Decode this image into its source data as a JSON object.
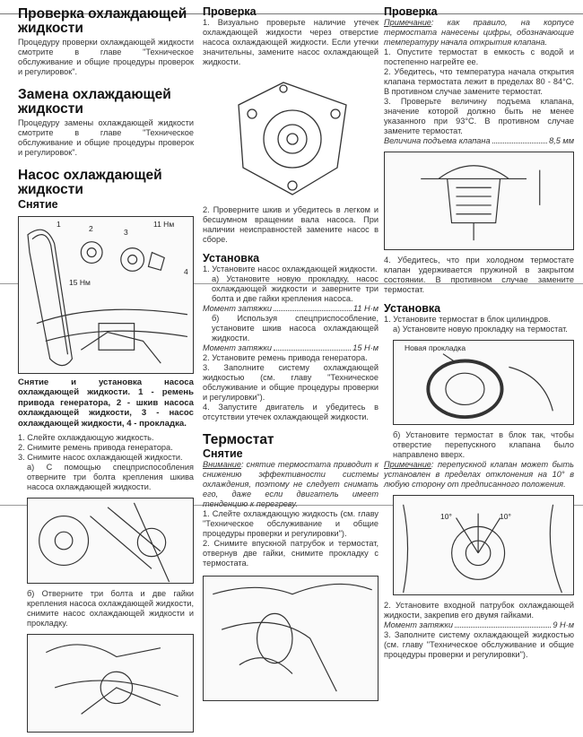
{
  "col1": {
    "h_check": "Проверка охлаждающей жидкости",
    "p_check": "Процедуру проверки охлаждающей жидкости смотрите в главе \"Техническое обслуживание и общие процедуры проверок и регулировок\".",
    "h_replace": "Замена охлаждающей жидкости",
    "p_replace": "Процедуру замены охлаждающей жидкости смотрите в главе \"Техническое обслуживание и общие процедуры проверок и регулировок\".",
    "h_pump": "Насос охлаждающей жидкости",
    "h_removal": "Снятие",
    "fig_labels": {
      "l1": "1",
      "l2": "2",
      "l3": "3",
      "l4": "4",
      "t11": "11 Нм",
      "t15": "15 Нм"
    },
    "caption": "Снятие и установка насоса охлаждающей жидкости. 1 - ремень привода генератора, 2 - шкив насоса охлаждающей жидкости, 3 - насос охлаждающей жидкости, 4 - прокладка.",
    "steps": [
      "1. Слейте охлаждающую жидкость.",
      "2. Снимите ремень привода генератора.",
      "3. Снимите насос охлаждающей жидкости."
    ],
    "step3a": "а) С помощью спецприспособления отверните три болта крепления шкива насоса охлаждающей жидкости.",
    "step3b": "б) Отверните три болта и две гайки крепления насоса охлаждающей жидкости, снимите насос охлаждающей жидкости и прокладку."
  },
  "col2": {
    "h_check": "Проверка",
    "check1": "1. Визуально проверьте наличие утечек охлаждающей жидкости через отверстие насоса охлаждающей жидкости. Если утечки значительны, замените насос охлаждающей жидкости.",
    "check2": "2. Проверните шкив и убедитесь в легком и бесшумном вращении вала насоса. При наличии неисправностей замените насос в сборе.",
    "h_install": "Установка",
    "inst1": "1. Установите насос охлаждающей жидкости.",
    "inst1a": "а) Установите новую прокладку, насос охлаждающей жидкости и заверните три болта и две гайки крепления насоса.",
    "torque_label": "Момент затяжки",
    "torque1": "11 Н·м",
    "inst1b": "б) Используя спецприспособление, установите шкив насоса охлаждающей жидкости.",
    "torque2": "15 Н·м",
    "inst2": "2. Установите ремень привода генератора.",
    "inst3": "3. Заполните систему охлаждающей жидкостью (см. главу \"Техническое обслуживание и общие процедуры проверки и регулировки\").",
    "inst4": "4. Запустите двигатель и убедитесь в отсутствии утечек охлаждающей жидкости.",
    "h_thermo": "Термостат",
    "h_removal": "Снятие",
    "warn_label": "Внимание",
    "warn_text": ": снятие термостата приводит к снижению эффективности системы охлаждения, поэтому не следует снимать его, даже если двигатель имеет тенденцию к перегреву.",
    "rem1": "1. Слейте охлаждающую жидкость (см. главу \"Техническое обслуживание и общие процедуры проверки и регулировки\").",
    "rem2": "2. Снимите впускной патрубок и термостат, отвернув две гайки, снимите прокладку с термостата."
  },
  "col3": {
    "h_check": "Проверка",
    "note_label": "Примечание",
    "note_text": ": как правило, на корпусе термостата нанесены цифры, обозначающие температуру начала открытия клапана.",
    "c1": "1. Опустите термостат в емкость с водой и постепенно нагрейте ее.",
    "c2": "2. Убедитесь, что температура начала открытия клапана термостата лежит в пределах 80 - 84°С. В противном случае замените термостат.",
    "c3": "3. Проверьте величину подъема клапана, значение которой должно быть не менее указанного при 93°С. В противном случае замените термостат.",
    "lift_label": "Величина подъема клапана",
    "lift_value": "8,5 мм",
    "c4": "4. Убедитесь, что при холодном термостате клапан удерживается пружиной в закрытом состоянии. В противном случае замените термостат.",
    "h_install": "Установка",
    "i1": "1. Установите термостат в блок цилиндров.",
    "i1a": "а) Установите новую прокладку на термостат.",
    "fig_gasket": "Новая прокладка",
    "i1b": "б) Установите термостат в блок так, чтобы отверстие перепускного клапана было направлено вверх.",
    "note2_label": "Примечание",
    "note2_text": ": перепускной клапан может быть установлен в пределах отклонения на 10° в любую сторону от предписанного положения.",
    "angle_left": "10°",
    "angle_right": "10°",
    "i2": "2. Установите входной патрубок охлаждающей жидкости, закрепив его двумя гайками.",
    "torque_label": "Момент затяжки",
    "torque": "9 Н·м",
    "i3": "3. Заполните систему охлаждающей жидкостью (см. главу \"Техническое обслуживание и общие процедуры проверки и регулировки\")."
  }
}
